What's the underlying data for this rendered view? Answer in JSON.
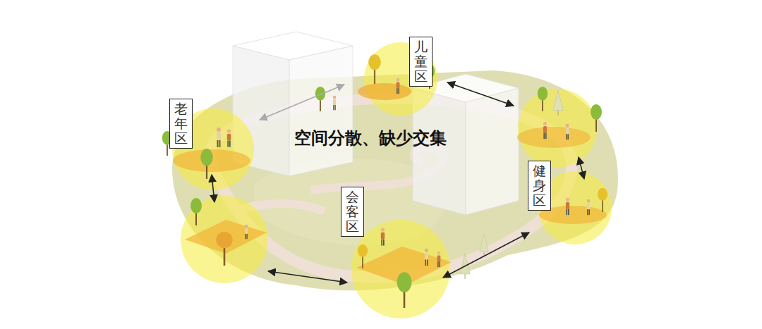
{
  "diagram": {
    "title": "空间分散、缺少交集",
    "nodes": [
      {
        "text": [
          "儿童区"
        ]
      },
      {
        "text": [
          "老年区"
        ]
      },
      {
        "text": [
          "健身区"
        ]
      },
      {
        "text": [
          "会客区"
        ]
      }
    ]
  }
}
